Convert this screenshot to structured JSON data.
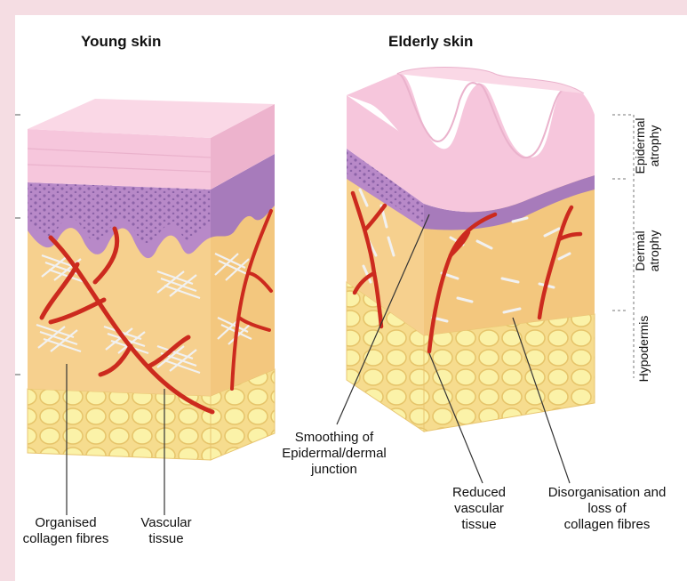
{
  "titles": {
    "young": "Young skin",
    "elderly": "Elderly skin"
  },
  "labels": {
    "organised_1": "Organised",
    "organised_2": "collagen fibres",
    "vascular_1": "Vascular",
    "vascular_2": "tissue",
    "smoothing_1": "Smoothing of",
    "smoothing_2": "Epidermal/dermal",
    "smoothing_3": "junction",
    "reduced_1": "Reduced",
    "reduced_2": "vascular",
    "reduced_3": "tissue",
    "disorg_1": "Disorganisation and",
    "disorg_2": "loss of",
    "disorg_3": "collagen fibres"
  },
  "layers": {
    "epidermal_1": "Epidermal",
    "epidermal_2": "atrophy",
    "dermal_1": "Dermal",
    "dermal_2": "atrophy",
    "hypodermis": "Hypodermis"
  },
  "colors": {
    "background": "#f5dde3",
    "epidermis": "#f6c6dc",
    "basal": "#b889c8",
    "dermis": "#f6d08e",
    "hypodermis": "#fbeea6",
    "vessel": "#cc2a1e",
    "collagen": "#f1f1f1"
  }
}
